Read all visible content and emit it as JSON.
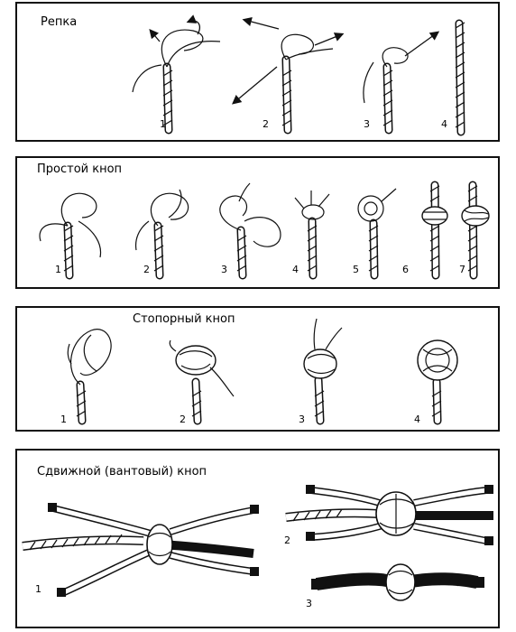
{
  "panels": [
    {
      "title": "Репка",
      "figures": [
        "1",
        "2",
        "3",
        "4"
      ]
    },
    {
      "title": "Простой кноп",
      "figures": [
        "1",
        "2",
        "3",
        "4",
        "5",
        "6",
        "7"
      ]
    },
    {
      "title": "Стопорный кноп",
      "figures": [
        "1",
        "2",
        "3",
        "4"
      ]
    },
    {
      "title": "Сдвижной (вантовый) кноп",
      "figures": [
        "1",
        "2",
        "3"
      ]
    }
  ]
}
